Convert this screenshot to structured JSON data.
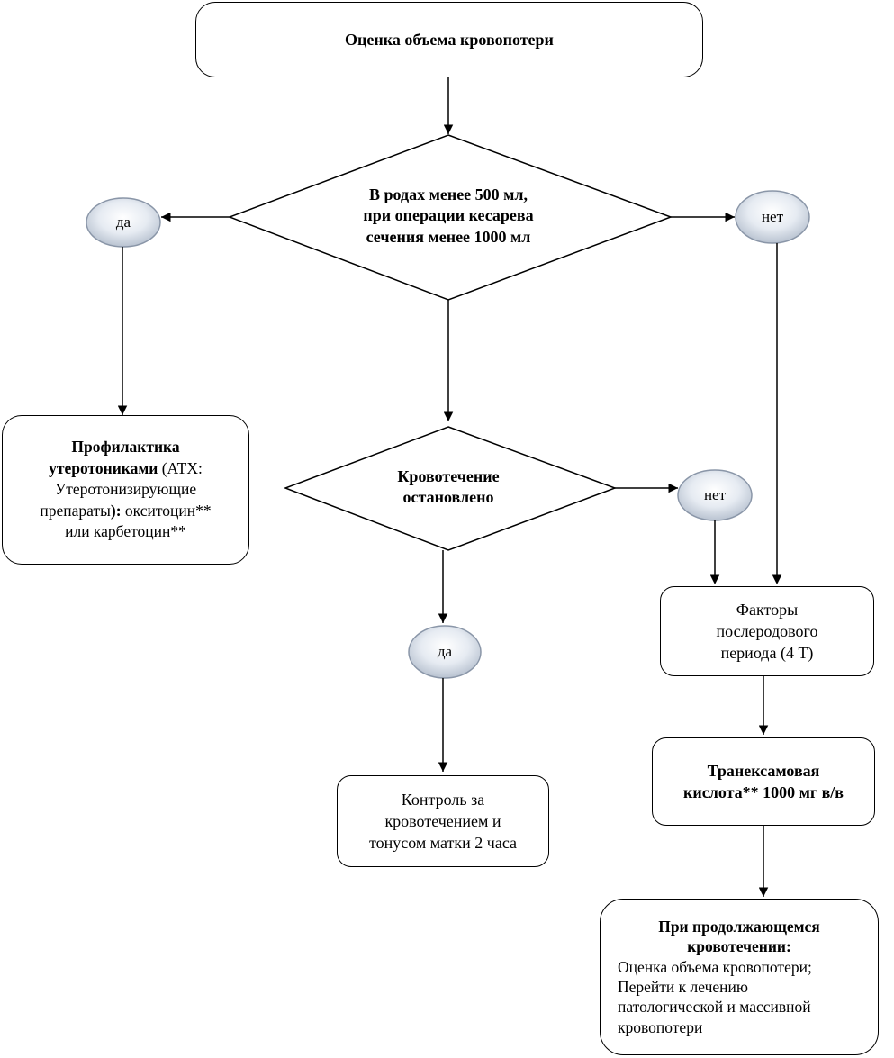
{
  "start": {
    "text": "Оценка объема кровопотери"
  },
  "decision1": {
    "line1": "В родах менее 500 мл,",
    "line2": "при операции кесарева",
    "line3": "сечения менее 1000 мл",
    "yes": "да",
    "no": "нет"
  },
  "prophylaxis": {
    "line1": "Профилактика",
    "line2_bold": "утеротониками",
    "line2_rest": " (АТХ:",
    "line3": "Утеротонизирующие",
    "line4_a": "препараты",
    "line4_b": "): ",
    "line4_c": "окситоцин**",
    "line5": "или карбетоцин**"
  },
  "decision2": {
    "line1": "Кровотечение",
    "line2": "остановлено",
    "no": "нет",
    "yes": "да"
  },
  "factors": {
    "line1": "Факторы",
    "line2": "послеродового",
    "line3": "периода (4 Т)"
  },
  "control": {
    "line1": "Контроль за",
    "line2": "кровотечением и",
    "line3": "тонусом матки 2 часа"
  },
  "tranexamic": {
    "line1": "Транексамовая",
    "line2": "кислота** 1000 мг в/в"
  },
  "continued": {
    "line1": "При продолжающемся",
    "line2": "кровотечении:",
    "line3": "Оценка объема кровопотери;",
    "line4": "Перейти к лечению",
    "line5": "патологической и массивной",
    "line6": "кровопотери"
  }
}
